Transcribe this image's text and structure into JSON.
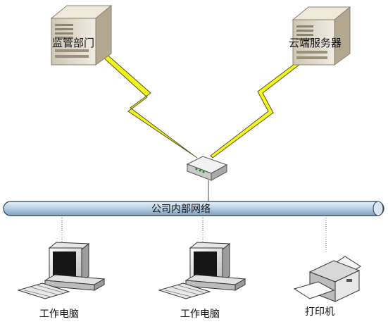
{
  "nodes": {
    "supervisor": {
      "label": "监管部门",
      "icon": "server-icon"
    },
    "cloud_server": {
      "label": "云端服务器",
      "icon": "server-icon"
    },
    "router": {
      "icon": "router-icon"
    },
    "network": {
      "label": "公司内部网络"
    },
    "pc_left": {
      "label": "工作电脑",
      "icon": "computer-icon"
    },
    "pc_middle": {
      "label": "工作电脑",
      "icon": "computer-icon"
    },
    "printer": {
      "label": "打印机",
      "icon": "printer-icon"
    }
  },
  "colors": {
    "lightning": "#f5f51e",
    "bus": "#a9c6dc",
    "server_body": "#d4cbb9",
    "device_body": "#cfcfcf"
  }
}
